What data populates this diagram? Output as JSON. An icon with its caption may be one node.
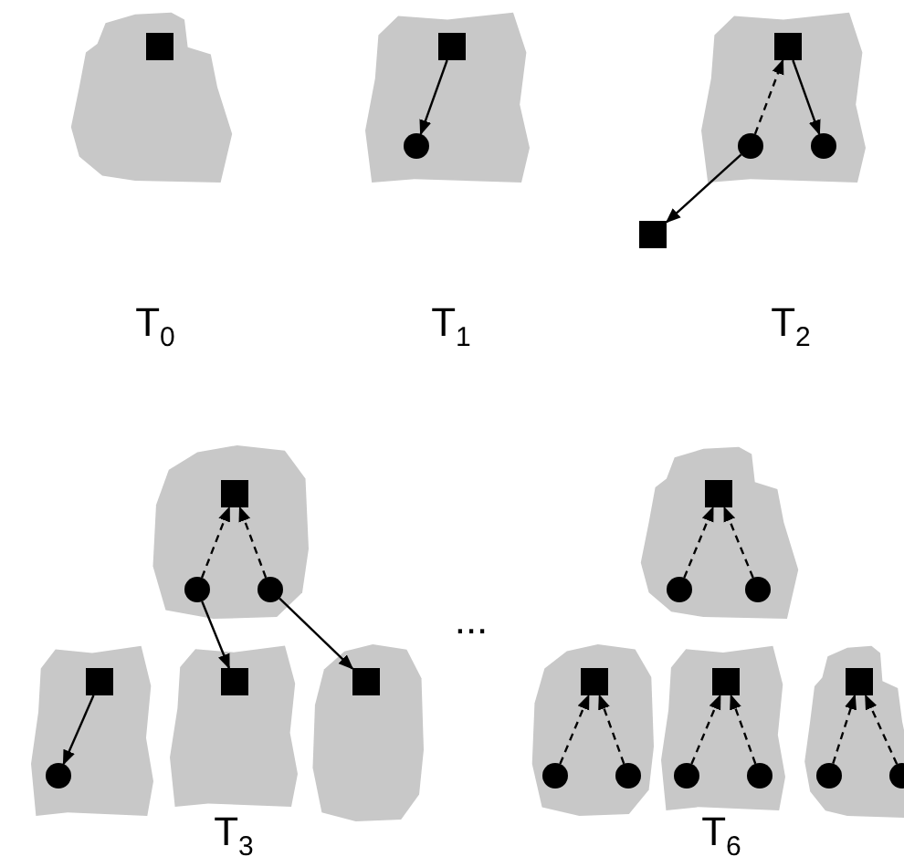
{
  "diagram": {
    "nodes": [
      {
        "text": [],
        "shape": "blob"
      },
      {
        "text": [],
        "shape": "square",
        "in": 0
      },
      {
        "text": [],
        "shape": "blob"
      },
      {
        "text": [],
        "shape": "square",
        "in": 2
      },
      {
        "text": [],
        "shape": "circle",
        "in": 2
      },
      {
        "text": [],
        "shape": "blob"
      },
      {
        "text": [],
        "shape": "square",
        "in": 5
      },
      {
        "text": [],
        "shape": "circle",
        "in": 5
      },
      {
        "text": [],
        "shape": "circle",
        "in": 5
      },
      {
        "text": [],
        "shape": "square"
      },
      {
        "text": [],
        "shape": "blob"
      },
      {
        "text": [],
        "shape": "square",
        "in": 10
      },
      {
        "text": [],
        "shape": "circle",
        "in": 10
      },
      {
        "text": [],
        "shape": "circle",
        "in": 10
      },
      {
        "text": [],
        "shape": "blob"
      },
      {
        "text": [],
        "shape": "square",
        "in": 14
      },
      {
        "text": [],
        "shape": "circle",
        "in": 14
      },
      {
        "text": [],
        "shape": "blob"
      },
      {
        "text": [],
        "shape": "square",
        "in": 17
      },
      {
        "text": [],
        "shape": "blob"
      },
      {
        "text": [],
        "shape": "square",
        "in": 19
      },
      {
        "text": [],
        "shape": "blob"
      },
      {
        "text": [],
        "shape": "square",
        "in": 21
      },
      {
        "text": [],
        "shape": "circle",
        "in": 21
      },
      {
        "text": [],
        "shape": "circle",
        "in": 21
      },
      {
        "text": [],
        "shape": "blob"
      },
      {
        "text": [],
        "shape": "square",
        "in": 25
      },
      {
        "text": [],
        "shape": "circle",
        "in": 25
      },
      {
        "text": [],
        "shape": "circle",
        "in": 25
      },
      {
        "text": [],
        "shape": "blob"
      },
      {
        "text": [],
        "shape": "square",
        "in": 29
      },
      {
        "text": [],
        "shape": "circle",
        "in": 29
      },
      {
        "text": [],
        "shape": "circle",
        "in": 29
      },
      {
        "text": [],
        "shape": "blob"
      },
      {
        "text": [],
        "shape": "square",
        "in": 33
      },
      {
        "text": [],
        "shape": "circle",
        "in": 33
      },
      {
        "text": [],
        "shape": "circle",
        "in": 33
      }
    ],
    "edges": [
      {
        "from": 3,
        "to": 4,
        "arrow": "to"
      },
      {
        "from": 7,
        "to": 6,
        "arrow": "to",
        "style": "dashed"
      },
      {
        "from": 6,
        "to": 8,
        "arrow": "to"
      },
      {
        "from": 7,
        "to": 9,
        "arrow": "to"
      },
      {
        "from": 12,
        "to": 11,
        "arrow": "to",
        "style": "dashed"
      },
      {
        "from": 13,
        "to": 11,
        "arrow": "to",
        "style": "dashed"
      },
      {
        "from": 12,
        "to": 18,
        "arrow": "to"
      },
      {
        "from": 13,
        "to": 20,
        "arrow": "to"
      },
      {
        "from": 15,
        "to": 16,
        "arrow": "to"
      },
      {
        "from": 23,
        "to": 22,
        "arrow": "to",
        "style": "dashed"
      },
      {
        "from": 24,
        "to": 22,
        "arrow": "to",
        "style": "dashed"
      },
      {
        "from": 27,
        "to": 26,
        "arrow": "to",
        "style": "dashed"
      },
      {
        "from": 28,
        "to": 26,
        "arrow": "to",
        "style": "dashed"
      },
      {
        "from": 31,
        "to": 30,
        "arrow": "to",
        "style": "dashed"
      },
      {
        "from": 32,
        "to": 30,
        "arrow": "to",
        "style": "dashed"
      },
      {
        "from": 35,
        "to": 34,
        "arrow": "to",
        "style": "dashed"
      },
      {
        "from": 36,
        "to": 34,
        "arrow": "to",
        "style": "dashed"
      }
    ],
    "labels": [
      "T$_{0}$",
      "T$_{1}$",
      "T$_{2}$",
      "...",
      "T$_{3}$",
      "T$_{6}$"
    ]
  }
}
